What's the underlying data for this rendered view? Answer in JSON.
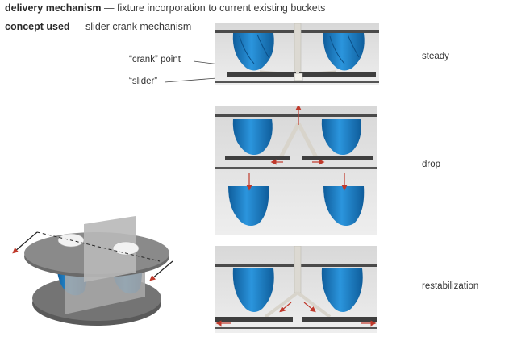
{
  "header": {
    "line1": {
      "term": "delivery mechanism",
      "sep": " — ",
      "desc": "fixture incorporation to current existing buckets"
    },
    "line2": {
      "term": "concept used",
      "sep": " — ",
      "desc": "slider crank mechanism"
    }
  },
  "callouts": {
    "crank": "“crank” point",
    "slider": "“slider”"
  },
  "states": {
    "steady": "steady",
    "drop": "drop",
    "restabilization": "restabilization"
  },
  "colors": {
    "bucket": "#1f7fc7",
    "bucket_dark": "#14609e",
    "frame": "#4a4a4a",
    "panel_bg": "#e3e3e3",
    "link": "#d9d6cf",
    "arrow": "#c0392b"
  }
}
